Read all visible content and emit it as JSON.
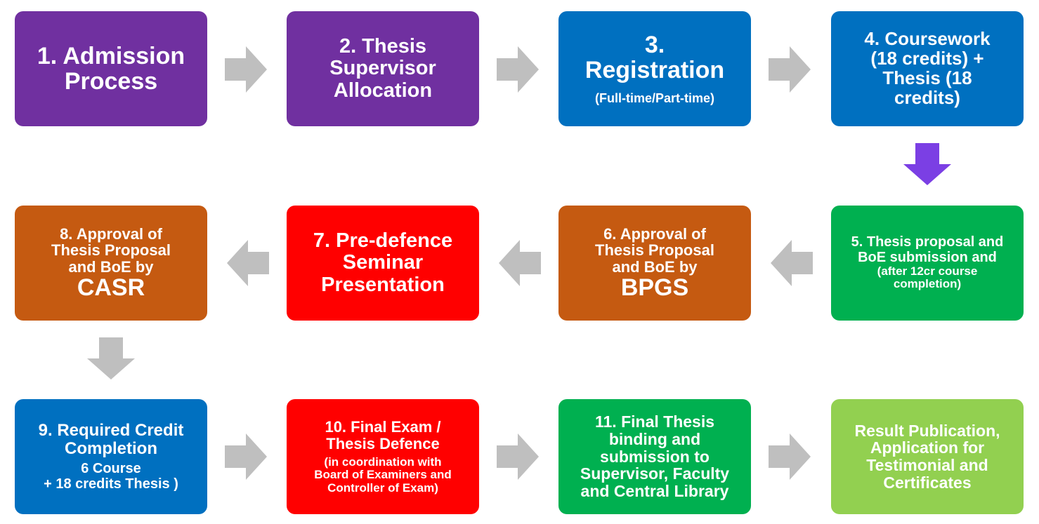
{
  "colors": {
    "purple": "#7030a0",
    "blue": "#0070c0",
    "green": "#00b050",
    "orange": "#c55a11",
    "red": "#ff0000",
    "light_green": "#92d050",
    "arrow_grey": "#bfbfbf",
    "arrow_purple": "#7b3fe4"
  },
  "steps": {
    "s1": {
      "lines": [
        "1. Admission",
        "Process"
      ]
    },
    "s2": {
      "lines": [
        "2. Thesis",
        "Supervisor",
        "Allocation"
      ]
    },
    "s3": {
      "lines": [
        "3.",
        "Registration"
      ],
      "sub": "(Full-time/Part-time)"
    },
    "s4": {
      "lines": [
        "4. Coursework",
        "(18 credits) +",
        "Thesis (18",
        "credits)"
      ]
    },
    "s5": {
      "lines": [
        "5. Thesis proposal and",
        "BoE submission and"
      ],
      "sub_lines": [
        "(after 12cr course",
        "completion)"
      ]
    },
    "s6": {
      "lines": [
        "6. Approval of",
        "Thesis Proposal",
        "and BoE by"
      ],
      "emphasis": "BPGS"
    },
    "s7": {
      "lines": [
        "7. Pre-defence",
        "Seminar",
        "Presentation"
      ]
    },
    "s8": {
      "lines": [
        "8. Approval of",
        "Thesis Proposal",
        "and BoE by"
      ],
      "emphasis": "CASR"
    },
    "s9": {
      "lines": [
        "9. Required Credit",
        "Completion"
      ],
      "sub_lines": [
        "6 Course",
        "+ 18 credits Thesis )"
      ]
    },
    "s10": {
      "lines": [
        "10. Final Exam /",
        "Thesis Defence"
      ],
      "sub_lines": [
        "(in coordination with",
        "Board of Examiners and",
        "Controller of Exam)"
      ]
    },
    "s11": {
      "lines": [
        "11. Final Thesis",
        "binding and",
        "submission to",
        "Supervisor, Faculty",
        "and Central Library"
      ]
    },
    "s12": {
      "lines": [
        "Result Publication,",
        "Application for",
        "Testimonial and",
        "Certificates"
      ]
    }
  }
}
